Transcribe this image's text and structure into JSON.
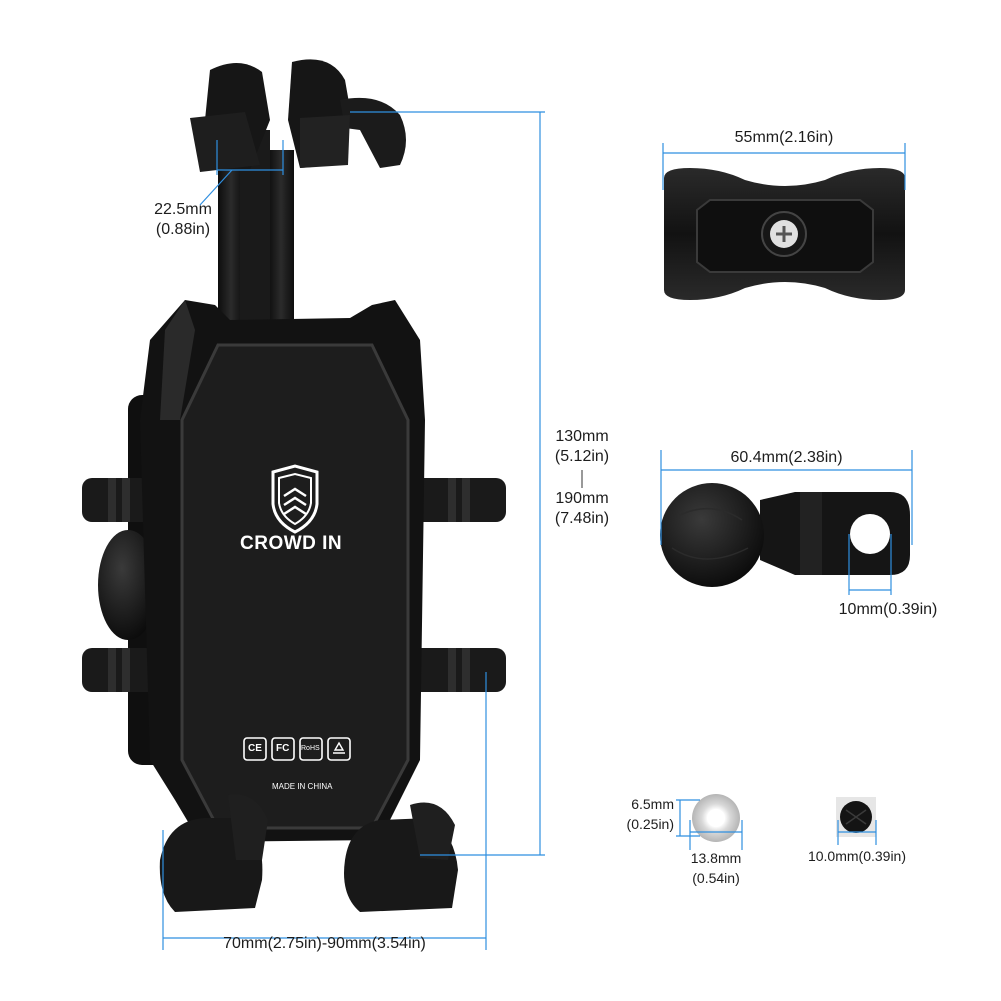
{
  "product": {
    "brand": "CROWD IN",
    "made_in": "MADE IN CHINA",
    "cert_marks": [
      "CE",
      "FC",
      "RoHS",
      "recycle"
    ]
  },
  "dimensions": {
    "arm_width": [
      "22.5mm",
      "(0.88in)"
    ],
    "height_min": [
      "130mm",
      "(5.12in)"
    ],
    "height_max": [
      "190mm",
      "(7.48in)"
    ],
    "width_range": "70mm(2.75in)-90mm(3.54in)",
    "clamp_width": "55mm(2.16in)",
    "ball_arm_length": "60.4mm(2.38in)",
    "hole_diameter": "10mm(0.39in)",
    "washer_thickness": [
      "6.5mm",
      "(0.25in)"
    ],
    "washer_diameter": [
      "13.8mm",
      "(0.54in)"
    ],
    "nut_size": "10.0mm(0.39in)"
  },
  "colors": {
    "dimension_line": "#2f8fe0",
    "product_body": "#141414",
    "product_highlight": "#3a3a3a",
    "text": "#1d1d1d"
  },
  "icons": [
    "shield-logo-icon",
    "ce-mark-icon",
    "fcc-mark-icon",
    "rohs-mark-icon",
    "recycle-icon"
  ]
}
